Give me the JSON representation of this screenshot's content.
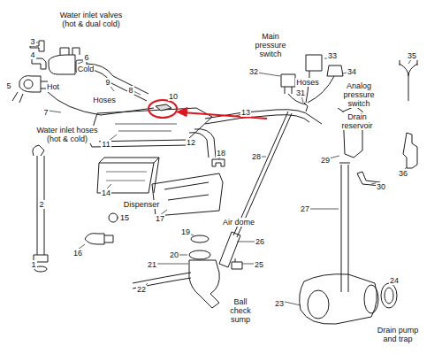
{
  "diagram": {
    "labels": [
      "Water inlet valves (hot & dual cold)",
      "Main pressure switch",
      "35",
      "3",
      "33",
      "4",
      "6",
      "Cold",
      "32",
      "34",
      "Hoses",
      "Analog pressure switch",
      "5",
      "Hot",
      "9",
      "8",
      "31",
      "Hoses",
      "10",
      "7",
      "Drain reservoir",
      "13",
      "Water inlet hoses (hot & cold)",
      "12",
      "11",
      "18",
      "28",
      "29",
      "36",
      "30",
      "14",
      "2",
      "Dispenser",
      "27",
      "17",
      "15",
      "Air dome",
      "19",
      "26",
      "16",
      "20",
      "1",
      "21",
      "25",
      "24",
      "22",
      "23",
      "Ball check sump",
      "Drain pump and trap"
    ]
  }
}
